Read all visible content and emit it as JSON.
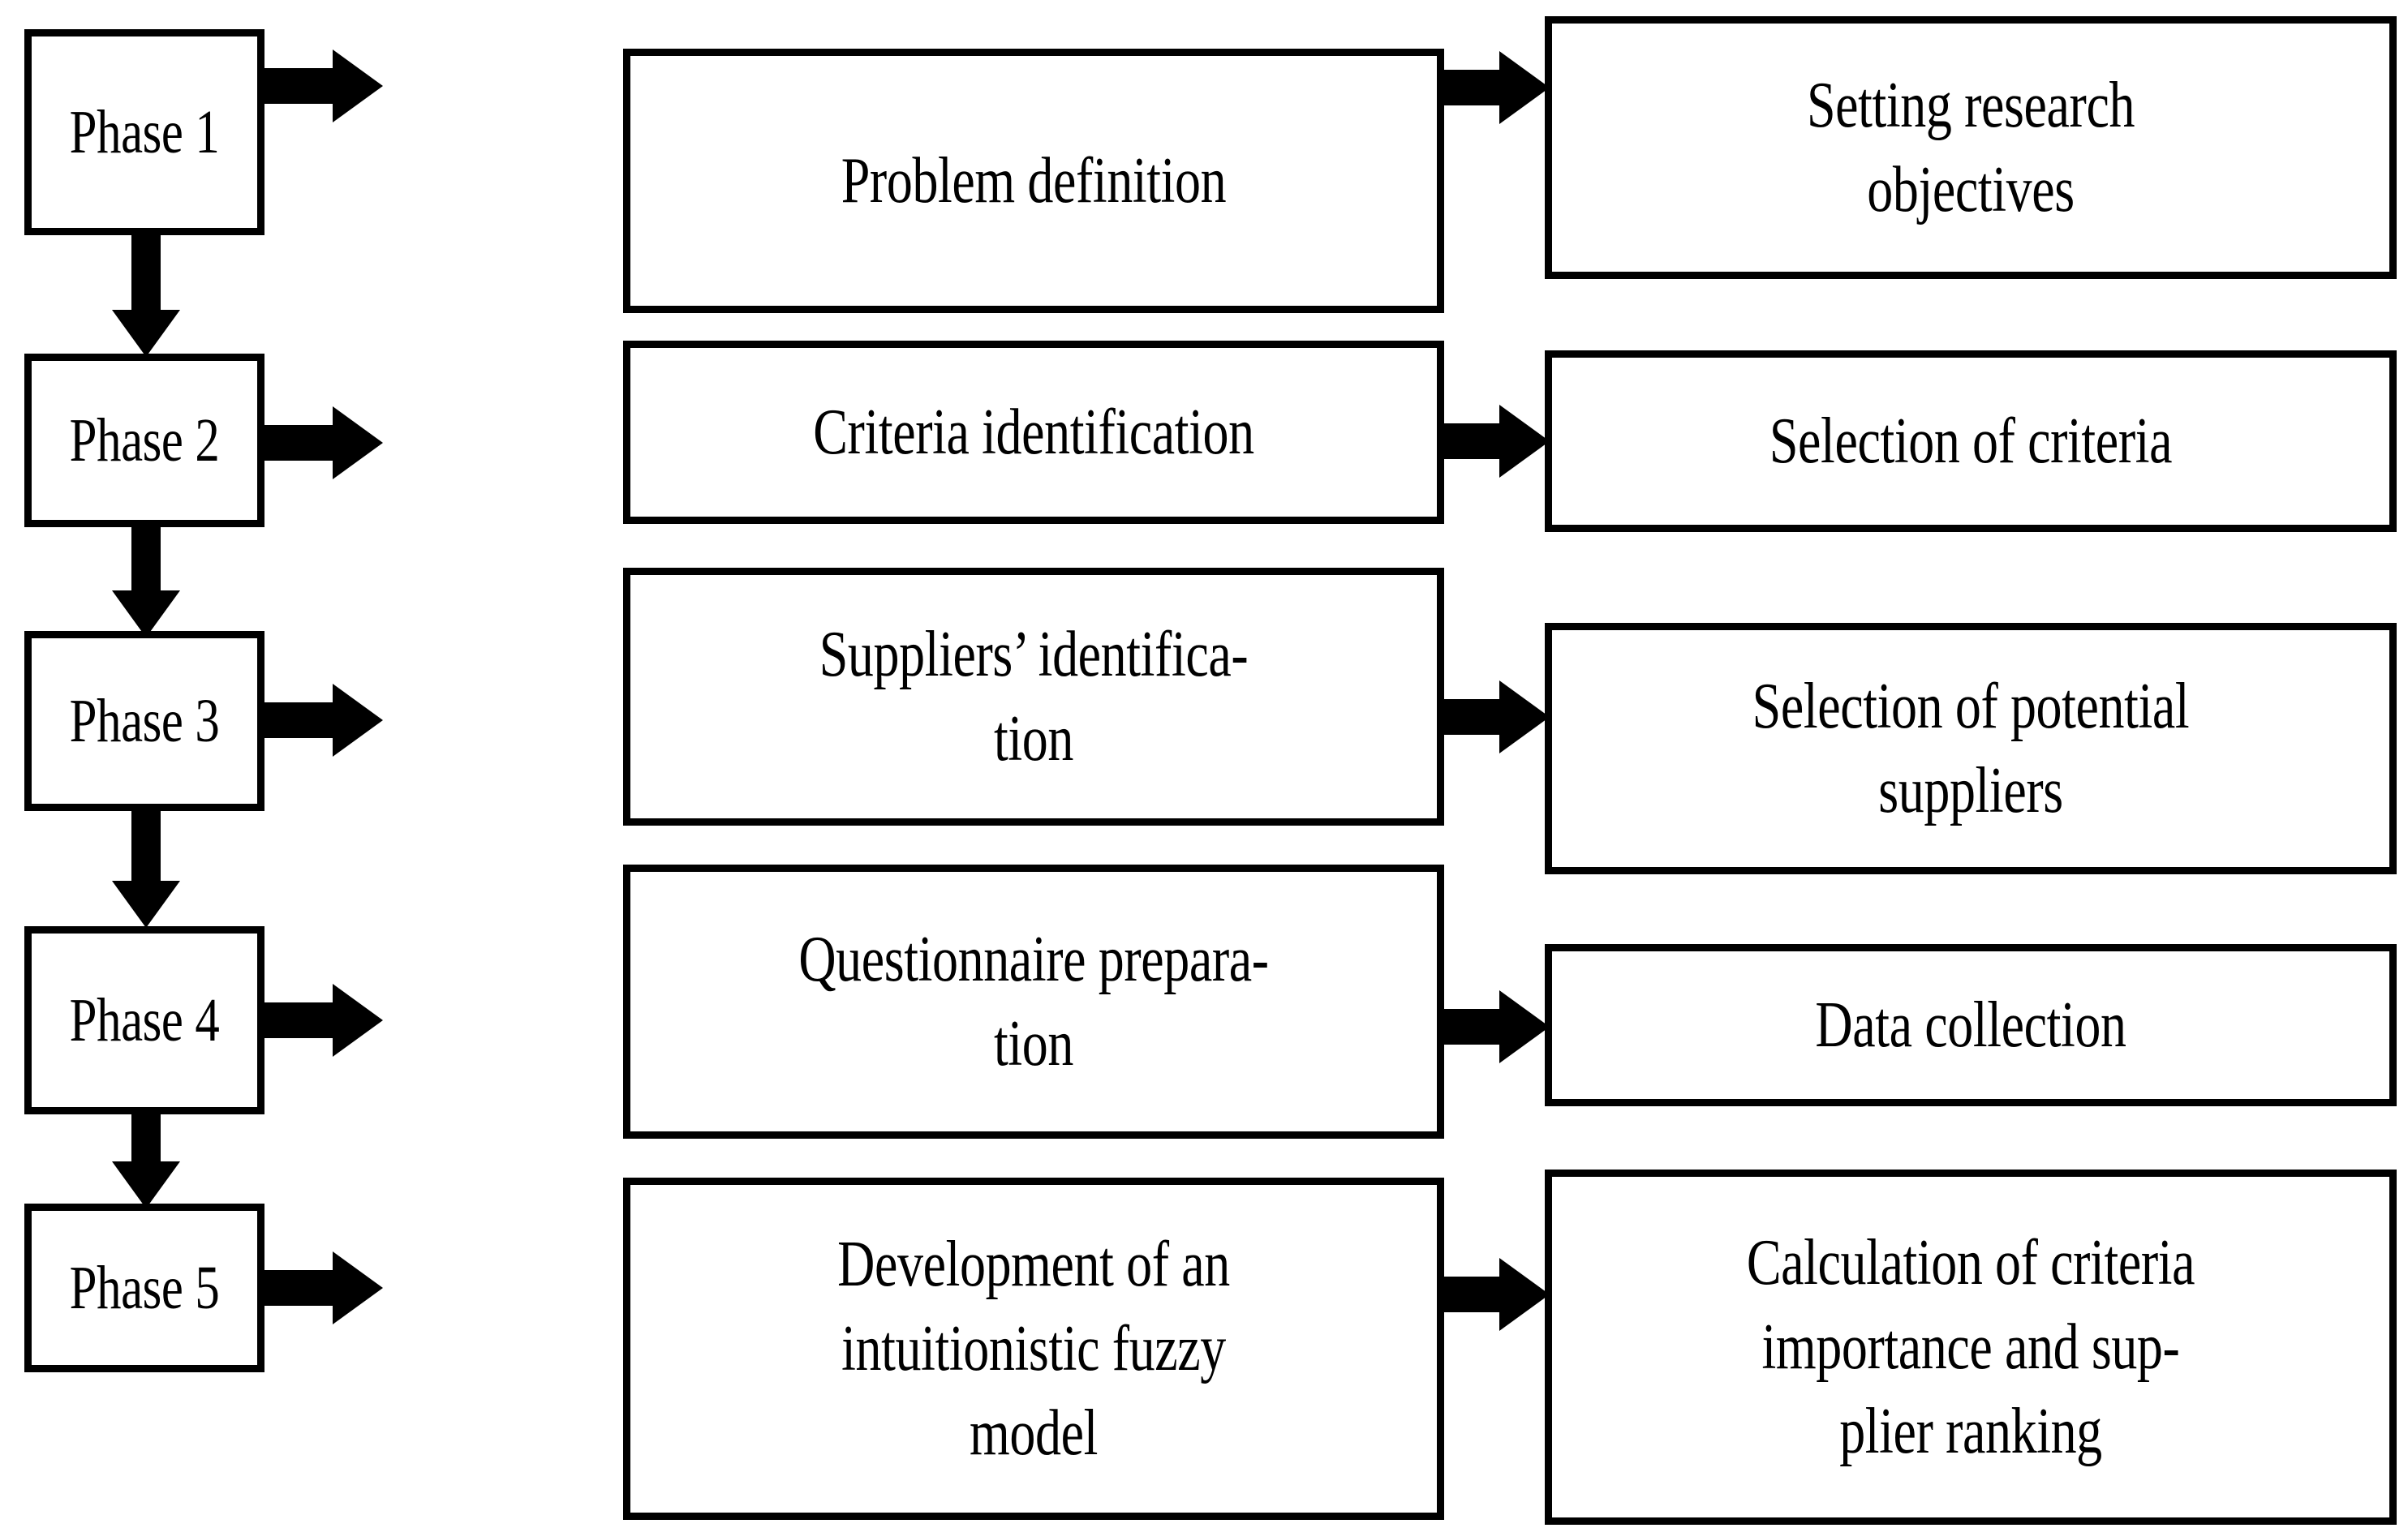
{
  "diagram": {
    "title": "Research methodology phases flowchart",
    "background_color": "#ffffff",
    "line_color": "#000000",
    "columns": [
      "phase",
      "activity",
      "outcome"
    ],
    "rows": [
      {
        "phase": "Phase 1",
        "activity": "Problem definition",
        "outcome": "Setting research\nobjectives"
      },
      {
        "phase": "Phase 2",
        "activity": "Criteria identification",
        "outcome": "Selection of criteria"
      },
      {
        "phase": "Phase 3",
        "activity": "Suppliers’ identifica-\ntion",
        "outcome": "Selection of potential\nsuppliers"
      },
      {
        "phase": "Phase 4",
        "activity": "Questionnaire prepara-\ntion",
        "outcome": "Data collection"
      },
      {
        "phase": "Phase 5",
        "activity": "Development of an\nintuitionistic fuzzy\nmodel",
        "outcome": "Calculation of criteria\nimportance and sup-\nplier ranking"
      }
    ],
    "connectors": {
      "phase_to_activity": [
        "arrow-right",
        "arrow-right",
        "arrow-right",
        "arrow-right",
        "arrow-right"
      ],
      "activity_to_outcome": [
        "arrow-right",
        "arrow-right",
        "arrow-right",
        "arrow-right",
        "arrow-right"
      ],
      "phase_to_phase": [
        "arrow-down",
        "arrow-down",
        "arrow-down",
        "arrow-down"
      ]
    }
  }
}
